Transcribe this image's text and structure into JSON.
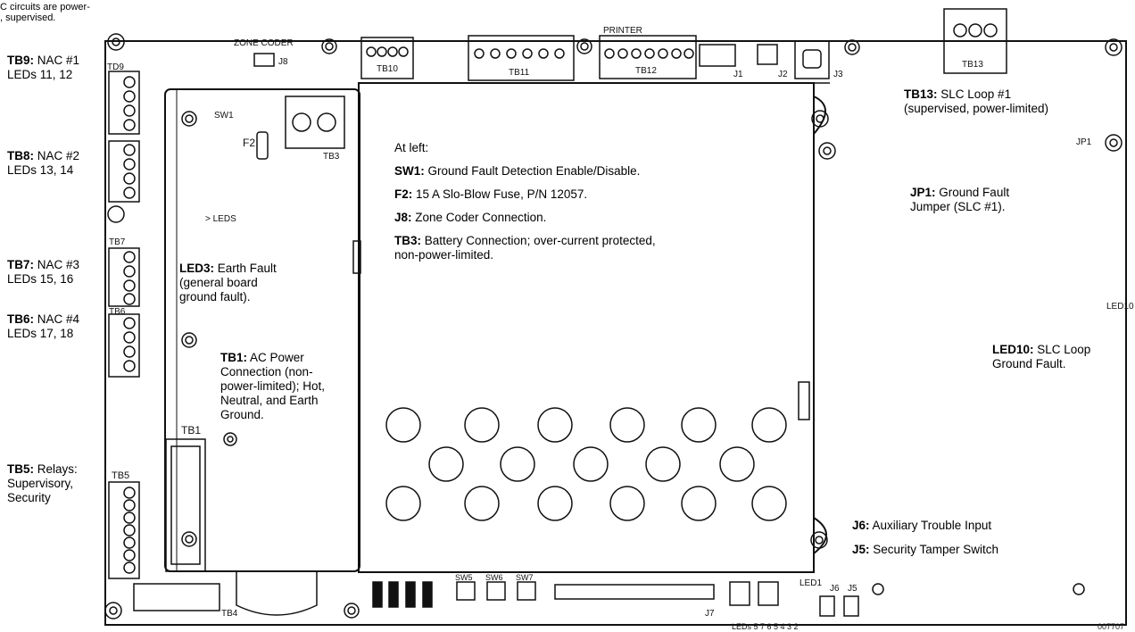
{
  "intro_note": "C circuits are power-\n, supervised.",
  "figure_code": "007707",
  "callouts": {
    "tb9": {
      "term": "TB9:",
      "desc": " NAC #1\nLEDs 11, 12"
    },
    "tb8": {
      "term": "TB8:",
      "desc": " NAC #2\nLEDs 13, 14"
    },
    "tb7": {
      "term": "TB7:",
      "desc": " NAC #3\nLEDs 15, 16"
    },
    "tb6": {
      "term": "TB6:",
      "desc": " NAC #4\nLEDs 17, 18"
    },
    "tb5": {
      "term": "TB5:",
      "desc": " Relays:\nSupervisory,\nSecurity"
    },
    "led3": {
      "term": "LED3:",
      "desc": " Earth Fault\n(general board\nground fault)."
    },
    "tb1": {
      "term": "TB1:",
      "desc": " AC Power\nConnection (non-\npower-limited); Hot,\nNeutral, and Earth\nGround."
    },
    "tb13": {
      "term": "TB13:",
      "desc": " SLC Loop #1\n(supervised, power-limited)"
    },
    "jp1": {
      "term": "JP1:",
      "desc": " Ground Fault\nJumper (SLC #1)."
    },
    "led10": {
      "term": "LED10:",
      "desc": " SLC Loop\nGround Fault."
    },
    "j6": {
      "term": "J6:",
      "desc": " Auxiliary Trouble Input"
    },
    "j5": {
      "term": "J5:",
      "desc": " Security Tamper Switch"
    }
  },
  "center": {
    "heading": "At left:",
    "items": [
      {
        "term": "SW1:",
        "desc": " Ground Fault Detection Enable/Disable."
      },
      {
        "term": "F2:",
        "desc": " 15 A Slo-Blow Fuse, P/N 12057."
      },
      {
        "term": "J8:",
        "desc": " Zone Coder Connection."
      },
      {
        "term": "TB3:",
        "desc": " Battery Connection; over-current protected,\nnon-power-limited."
      }
    ]
  },
  "board_labels": {
    "zone_coder": "ZONE CODER",
    "j8": "J8",
    "td9": "TD9",
    "tb7": "TB7",
    "tb6": "TB6",
    "tb1": "TB1",
    "tb5": "TB5",
    "tb10": "TB10",
    "tb11": "TB11",
    "tb12": "TB12",
    "tb13": "TB13",
    "tb3": "TB3",
    "tb4": "TB4",
    "j1": "J1",
    "j2": "J2",
    "j3": "J3",
    "j7": "J7",
    "j6": "J6",
    "j5": "J5",
    "jp1": "JP1",
    "led1": "LED1",
    "led10": "LED10",
    "f2": "F2",
    "sw1": "SW1",
    "leds": "> LEDS",
    "printer": "PRINTER",
    "sw5": "SW5",
    "sw6": "SW6",
    "sw7": "SW7",
    "leds_bottom": "LEDs 5 7 6 5 4 3 2"
  }
}
